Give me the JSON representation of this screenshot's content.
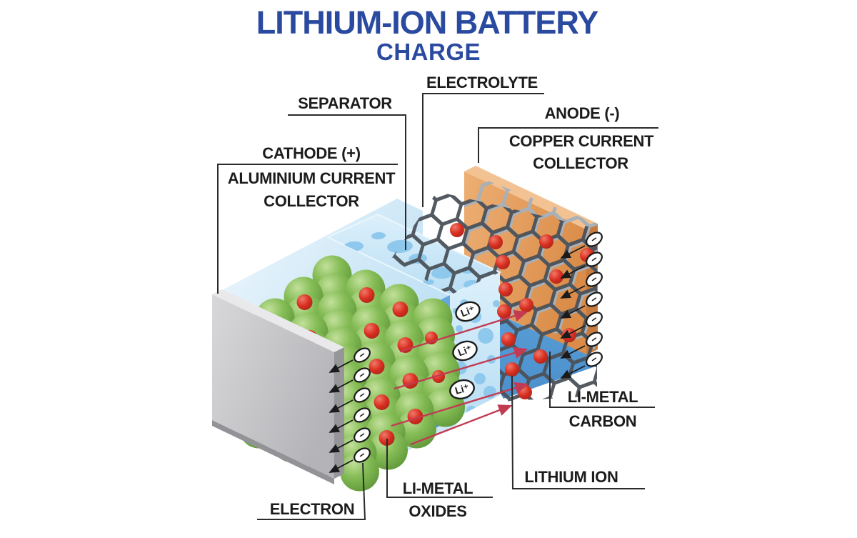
{
  "title": {
    "line1": "LITHIUM-ION BATTERY",
    "line2": "CHARGE"
  },
  "labels": {
    "electrolyte": "ELECTROLYTE",
    "separator": "SEPARATOR",
    "anode": "ANODE (-)",
    "copper_collector_line1": "COPPER CURRENT",
    "copper_collector_line2": "COLLECTOR",
    "cathode": "CATHODE (+)",
    "aluminium_collector_line1": "ALUMINIUM CURRENT",
    "aluminium_collector_line2": "COLLECTOR",
    "li_metal_carbon_line1": "LI-METAL",
    "li_metal_carbon_line2": "CARBON",
    "lithium_ion": "LITHIUM ION",
    "li_metal_oxides_line1": "LI-METAL",
    "li_metal_oxides_line2": "OXIDES",
    "electron": "ELECTRON"
  },
  "diagram": {
    "ion_symbol": "Li⁺",
    "electron_symbol": "−",
    "ion_badge_count": 3,
    "electron_count_left": 6,
    "electron_count_right": 7,
    "ion_arrow_count": 4
  },
  "colors": {
    "title_blue": "#2A4AA0",
    "label_black": "#1C1C1C",
    "leader_line": "#2B2B2B",
    "copper_orange": "#E09A58",
    "copper_edge": "#C67C3E",
    "copper_top": "#F2C292",
    "electrolyte_pale": "#D9EDF9",
    "separator_face": "#CDE9F8",
    "bubble_blue": "#8EC8EC",
    "cathode_face_blue": "#5C9FD8",
    "anode_face_blue": "#4E94D0",
    "sphere_green": "#7FB750",
    "ion_red": "#D7352B",
    "ion_arrow_red": "#C23B52",
    "collector_gray": "#C6C6C8",
    "collector_gray_edge": "#96969A",
    "lattice_dark": "#4B5158",
    "lattice_light": "#A9B0B7"
  }
}
